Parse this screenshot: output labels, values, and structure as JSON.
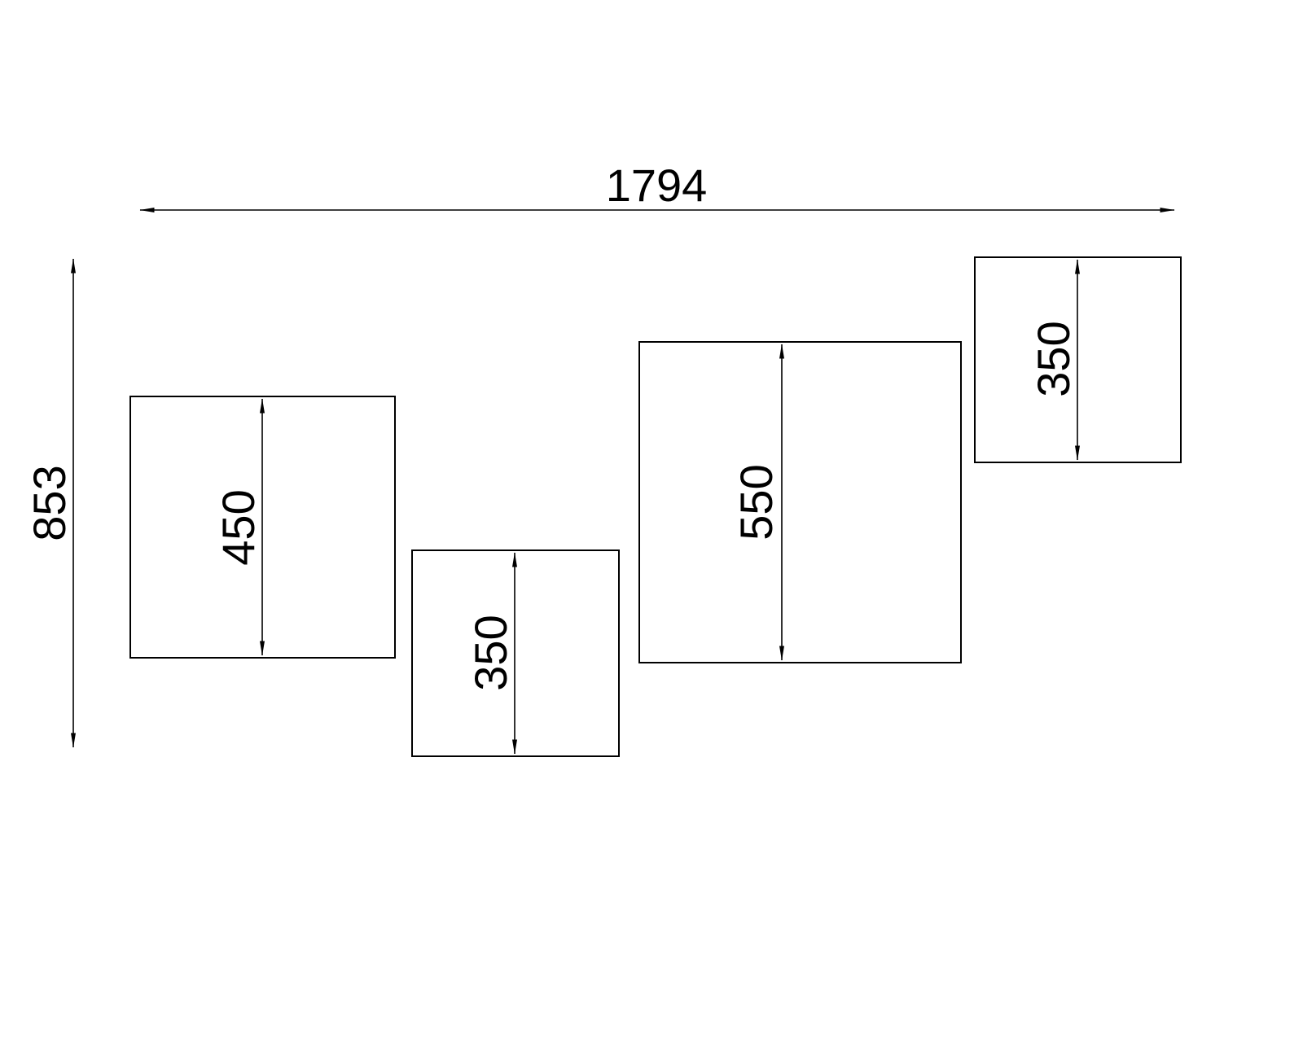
{
  "drawing": {
    "background_color": "#ffffff",
    "line_color": "#000000",
    "overall": {
      "width_label": "1794",
      "height_label": "853"
    },
    "boxes": [
      {
        "height_label": "450"
      },
      {
        "height_label": "350"
      },
      {
        "height_label": "550"
      },
      {
        "height_label": "350"
      }
    ]
  }
}
